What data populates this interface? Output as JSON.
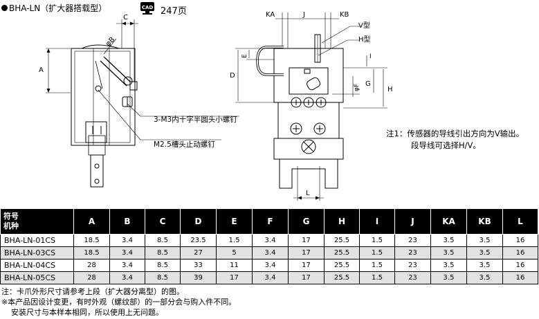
{
  "heading": "BHA-LN（扩大器搭载型）",
  "cad": {
    "icon": "cad-monitor-icon",
    "label": "CAD",
    "page_ref": "247页"
  },
  "drawing": {
    "left_view": {
      "dim_A": "A",
      "dim_B": "φB",
      "dim_C": "C",
      "callout_screw_1": "3-M3内十字半圆头小螺钉",
      "callout_screw_2": "M2.5槽头止动螺钉"
    },
    "right_view": {
      "dim_KA": "KA",
      "dim_J": "J",
      "dim_KB": "KB",
      "type_V": "V型",
      "type_H": "H型",
      "dim_D": "D",
      "dim_E": "E",
      "dim_F": "φF",
      "dim_G": "G",
      "dim_H": "H",
      "dim_I": "I",
      "dim_L": "L"
    }
  },
  "note1": {
    "line1": "注1：传感器的导线引出方向为V输出。",
    "line2": "段导线可选择H/V。"
  },
  "table": {
    "corner_top": "符号",
    "corner_bottom": "机种",
    "columns": [
      "A",
      "B",
      "C",
      "D",
      "E",
      "F",
      "G",
      "H",
      "I",
      "J",
      "KA",
      "KB",
      "L"
    ],
    "rows": [
      {
        "model": "BHA-LN-01CS",
        "values": [
          "18.5",
          "3.4",
          "8.5",
          "23.5",
          "1.5",
          "3.4",
          "17",
          "25.5",
          "1.5",
          "23",
          "3.5",
          "3.5",
          "16"
        ]
      },
      {
        "model": "BHA-LN-03CS",
        "values": [
          "18.5",
          "3.4",
          "8.5",
          "27",
          "5",
          "3.4",
          "17",
          "25.5",
          "1.5",
          "23",
          "3.5",
          "3.5",
          "16"
        ]
      },
      {
        "model": "BHA-LN-04CS",
        "values": [
          "28",
          "3.4",
          "8.5",
          "33",
          "11",
          "3.4",
          "17",
          "25.5",
          "1.5",
          "23",
          "3.5",
          "3.5",
          "16"
        ]
      },
      {
        "model": "BHA-LN-05CS",
        "values": [
          "28",
          "3.4",
          "8.5",
          "39",
          "17",
          "3.4",
          "17",
          "25.5",
          "1.5",
          "23",
          "3.5",
          "3.5",
          "16"
        ]
      }
    ]
  },
  "notes": [
    "注：卡爪外形尺寸请参考上段（扩大器分离型）的图。",
    "※本产品因设计变更，有时外观（螺纹部）的一部分会与购入件不同。",
    "安装尺寸与本样本相同，所以使用上无问题。"
  ]
}
